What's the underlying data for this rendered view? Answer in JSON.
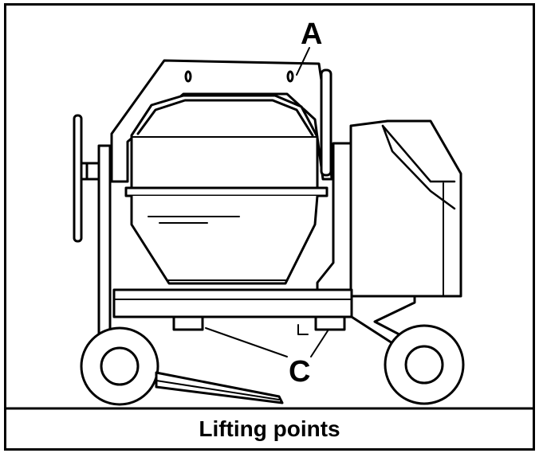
{
  "caption": "Lifting points",
  "callouts": {
    "a": "A",
    "c": "C"
  },
  "colors": {
    "line": "#000000",
    "background": "#ffffff"
  }
}
